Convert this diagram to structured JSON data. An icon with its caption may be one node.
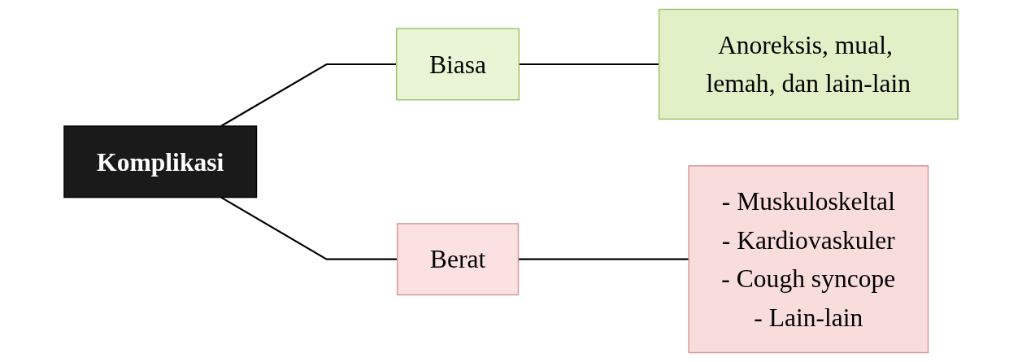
{
  "diagram": {
    "nodes": [
      {
        "text": [
          "Komplikasi"
        ]
      },
      {
        "text": [
          "Biasa"
        ]
      },
      {
        "text": [
          "Anoreksis, mual, lemah, dan lain-lain"
        ]
      },
      {
        "text": [
          "Berat"
        ]
      },
      {
        "text": [
          "- Muskuloskeltal",
          "- Kardiovaskuler",
          "- Cough syncope",
          "- Lain-lain"
        ]
      }
    ],
    "edges": [
      {
        "from": 0,
        "to": 1,
        "arrow": "none"
      },
      {
        "from": 1,
        "to": 2,
        "arrow": "none"
      },
      {
        "from": 0,
        "to": 3,
        "arrow": "none"
      },
      {
        "from": 3,
        "to": 4,
        "arrow": "none"
      }
    ]
  }
}
